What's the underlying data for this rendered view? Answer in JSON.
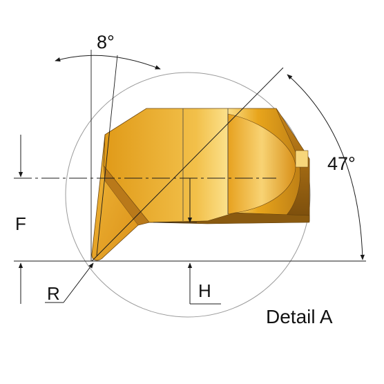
{
  "labels": {
    "angle_top": "8°",
    "angle_right": "47°",
    "dim_f": "F",
    "dim_r": "R",
    "dim_h": "H",
    "caption": "Detail A"
  },
  "colors": {
    "insert_gold": "#e8a51c",
    "insert_dark": "#8a5a10",
    "insert_light": "#f6cf63",
    "line": "#1a1a1a",
    "circle": "#9a9a9a"
  }
}
